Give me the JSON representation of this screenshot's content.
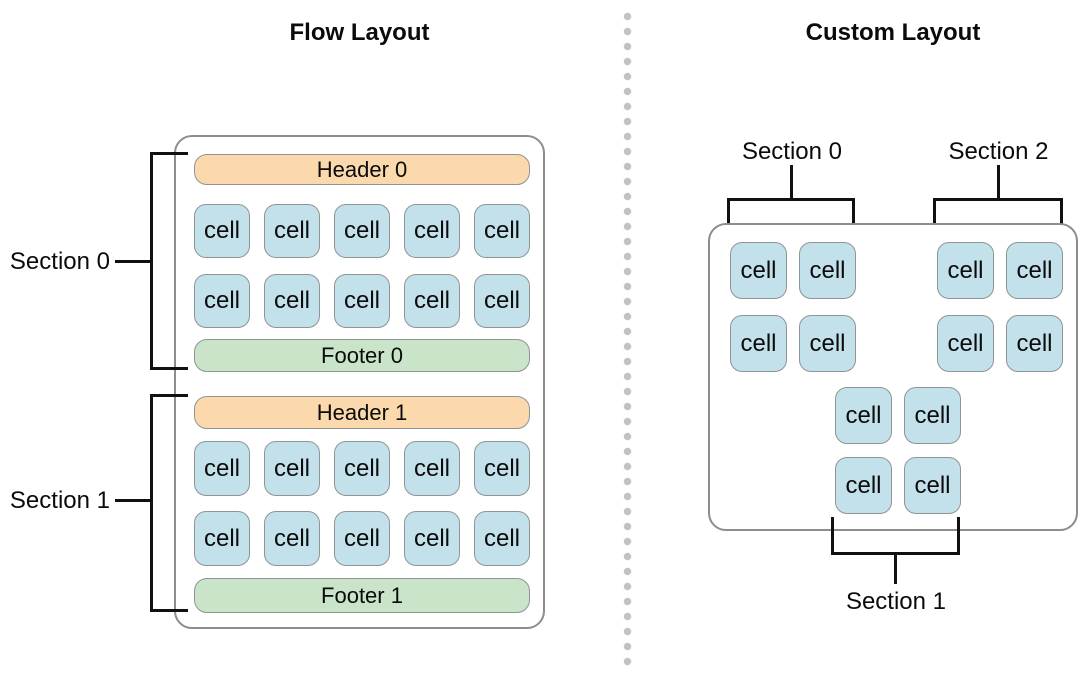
{
  "labels": {
    "cell": "cell"
  },
  "left_panel": {
    "title": "Flow Layout",
    "sections": [
      {
        "label": "Section 0",
        "header": "Header 0",
        "footer": "Footer 0"
      },
      {
        "label": "Section 1",
        "header": "Header 1",
        "footer": "Footer 1"
      }
    ],
    "cells_per_row": 5,
    "rows_per_section": 2
  },
  "right_panel": {
    "title": "Custom Layout",
    "section_labels": {
      "top_left": "Section 0",
      "top_right": "Section 2",
      "bottom": "Section 1"
    },
    "cells_per_group": 4
  },
  "colors": {
    "cell_fill": "#c3e1eb",
    "header_fill": "#fbd9ac",
    "footer_fill": "#c9e4c9",
    "shape_border": "#8f9494",
    "container_border": "#8d8d8d",
    "bracket_line": "#111111",
    "divider_dot": "#c2c2c2",
    "background": "#ffffff",
    "text": "#0b0b0b"
  }
}
